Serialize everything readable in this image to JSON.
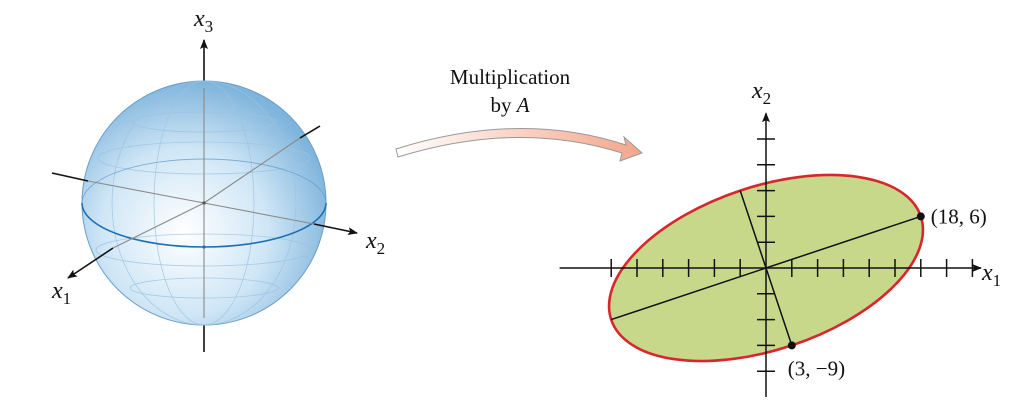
{
  "sphere": {
    "axis_labels": {
      "x1": "x",
      "x1_sub": "1",
      "x2": "x",
      "x2_sub": "2",
      "x3": "x",
      "x3_sub": "3"
    },
    "colors": {
      "fill_center": "#ffffff",
      "fill_mid": "#cfe6f6",
      "fill_edge": "#7fb4dc",
      "equator": "#1f6fb2",
      "axis": "#111111"
    }
  },
  "transformation": {
    "label_line1": "Multiplication",
    "label_line2_prefix": "by ",
    "label_line2_matrix": "A",
    "arrow_colors": {
      "start": "#ffffff",
      "end": "#f4a58a"
    }
  },
  "ellipse": {
    "axis_labels": {
      "x1": "x",
      "x1_sub": "1",
      "x2": "x",
      "x2_sub": "2"
    },
    "points": [
      {
        "x": 18,
        "y": 6,
        "label": "(18, 6)"
      },
      {
        "x": 3,
        "y": -9,
        "label": "(3, −9)"
      }
    ],
    "colors": {
      "fill": "#c8d88a",
      "outline": "#d8262e"
    }
  }
}
